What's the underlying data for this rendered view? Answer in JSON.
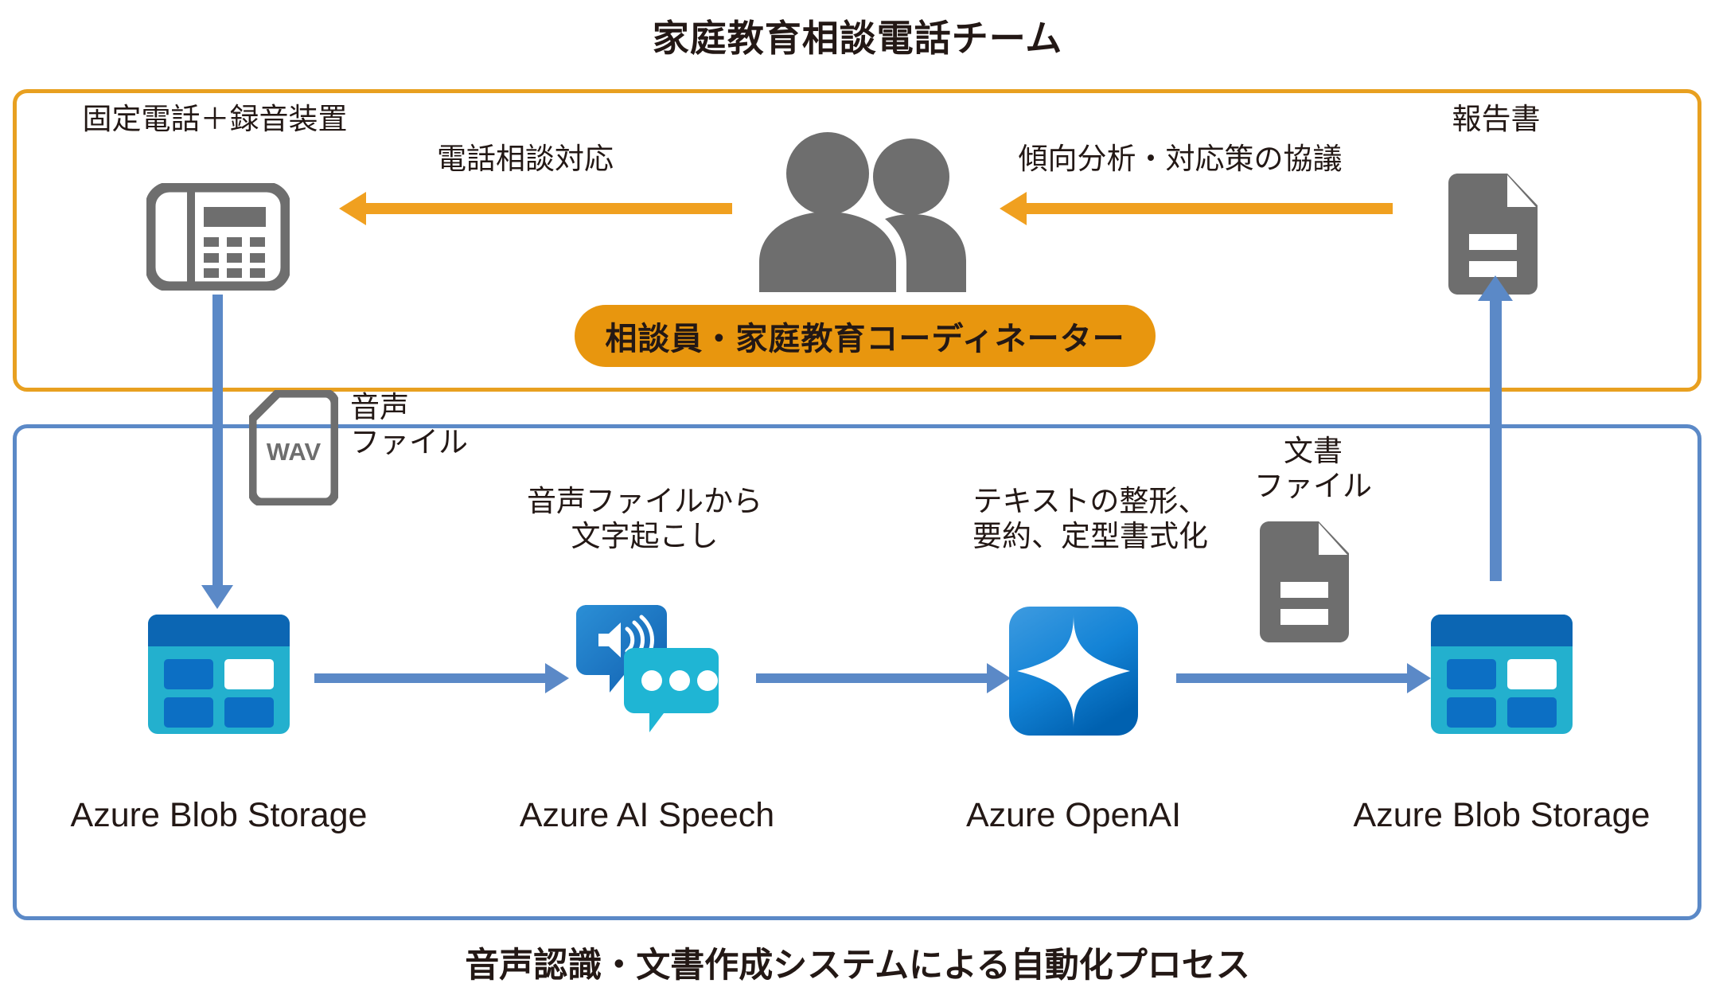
{
  "diagram": {
    "title": "家庭教育相談電話チーム",
    "caption": "音声認識・文書作成システムによる自動化プロセス",
    "colors": {
      "team_border": "#E8A020",
      "system_border": "#5B89C7",
      "orange_arrow": "#F0A020",
      "blue_arrow": "#5B89C7",
      "pill_bg": "#E8960E",
      "icon_gray": "#6E6E6E",
      "azure_blue": "#0078D4",
      "azure_cyan": "#23B0CE",
      "text": "#231815"
    }
  },
  "team_layer": {
    "phone_label": "固定電話＋録音装置",
    "phone_icon": "desk-phone-icon",
    "flow_label": "電話相談対応",
    "people_icon": "two-people-icon",
    "coordinator_label": "相談員・家庭教育コーディネーター",
    "analysis_label": "傾向分析・対応策の協議",
    "report_label": "報告書",
    "report_icon": "document-icon"
  },
  "bridge": {
    "wav_file_icon": "wav-file-icon",
    "wav_file_badge": "WAV",
    "wav_label": "音声\nファイル",
    "doc_file_icon": "document-icon",
    "doc_label": "文書\nファイル"
  },
  "system_layer": {
    "steps": [
      {
        "name": "Azure Blob Storage",
        "icon": "azure-blob-storage-icon"
      },
      {
        "name": "Azure AI Speech",
        "icon": "azure-ai-speech-icon"
      },
      {
        "name": "Azure OpenAI",
        "icon": "azure-openai-icon"
      },
      {
        "name": "Azure Blob Storage",
        "icon": "azure-blob-storage-icon"
      }
    ],
    "process_labels": [
      "音声ファイルから\n文字起こし",
      "テキストの整形、\n要約、定型書式化"
    ]
  }
}
